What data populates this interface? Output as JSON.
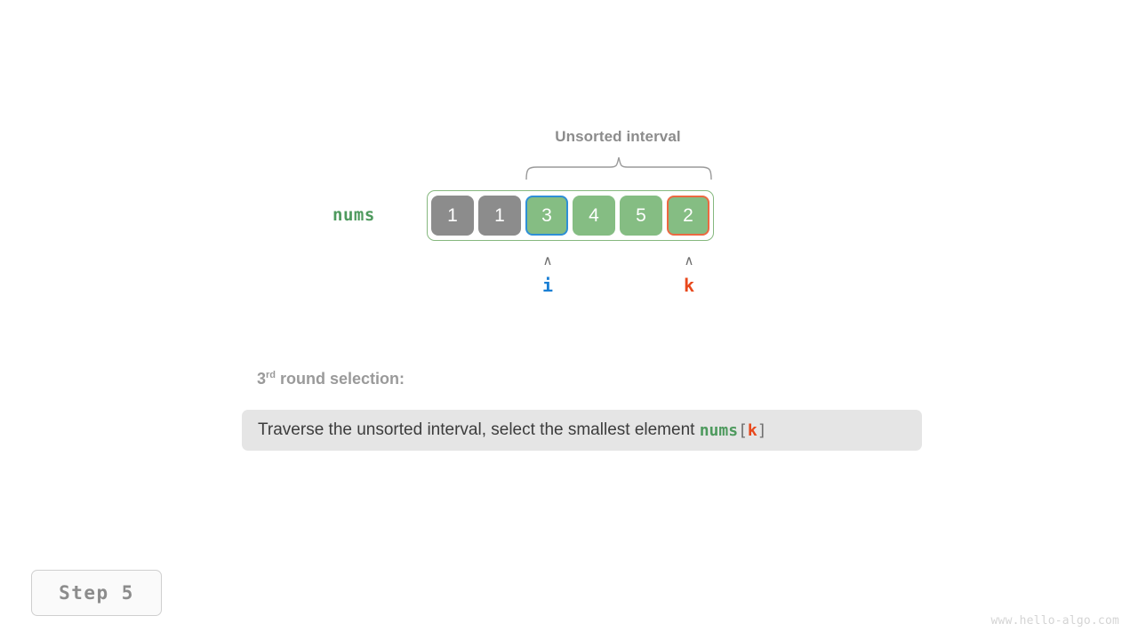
{
  "interval": {
    "label": "Unsorted interval",
    "brace_icon": "curly-brace-up-icon"
  },
  "array": {
    "name_label": "nums",
    "container_border_color": "#86b87f",
    "cells": [
      {
        "value": "1",
        "state": "sorted"
      },
      {
        "value": "1",
        "state": "sorted"
      },
      {
        "value": "3",
        "state": "unsorted",
        "mark": "i"
      },
      {
        "value": "4",
        "state": "unsorted"
      },
      {
        "value": "5",
        "state": "unsorted"
      },
      {
        "value": "2",
        "state": "unsorted",
        "mark": "k"
      }
    ],
    "colors": {
      "sorted": "#8c8c8c",
      "unsorted": "#85bd83",
      "mark_i": "#2e8fd6",
      "mark_k": "#ec6941"
    }
  },
  "pointers": [
    {
      "caret": "∧",
      "name": "i",
      "color": "#1a7fd4"
    },
    {
      "caret": "∧",
      "name": "k",
      "color": "#e8481c"
    }
  ],
  "round": {
    "number": "3",
    "ordinal_suffix": "rd",
    "text": " round selection:"
  },
  "description": {
    "text_before": "Traverse the unsorted interval, select the smallest element ",
    "code_nums": "nums",
    "bracket_open": "[",
    "code_k": "k",
    "bracket_close": "]"
  },
  "step": {
    "label": "Step 5"
  },
  "watermark": {
    "text": "www.hello-algo.com"
  }
}
